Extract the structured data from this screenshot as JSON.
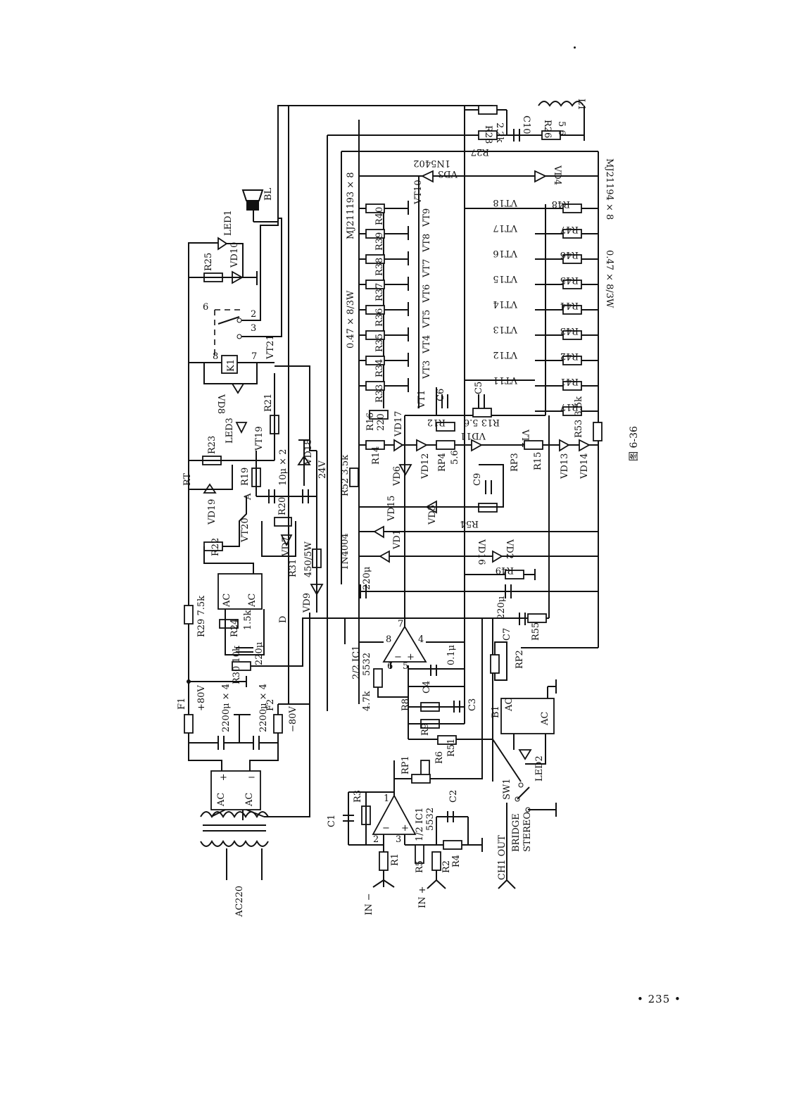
{
  "figure": {
    "caption": "图 6-36"
  },
  "page_number": "• 235 •",
  "labels": {
    "AC220": "AC220",
    "F1": "F1",
    "F2": "F2",
    "V80p": "+80V",
    "V80n": "−80V",
    "C2200a": "2200μ × 4",
    "C2200b": "2200μ × 4",
    "R29": "R29 7.5k",
    "R30": "R30 10k",
    "R24": "R24",
    "R24v": "1.5k",
    "C220a": "220μ",
    "R22": "R22",
    "VT20": "VT20",
    "VD7": "VD7",
    "R31": "R31",
    "R31v": "450/5W",
    "VD9": "VD9",
    "R20": "R20",
    "VD19": "VD19",
    "RT": "RT",
    "R19": "R19",
    "A": "A",
    "C10u": "10μ × 2",
    "VD18": "VD18",
    "V24": "24V",
    "R23": "R23",
    "LED3": "LED3",
    "VD8": "VD8",
    "VT19": "VT19",
    "R21": "R21",
    "K1": "K1",
    "VT21": "VT21",
    "R25": "R25",
    "VD10": "VD10",
    "LED1": "LED1",
    "BL": "BL",
    "IN4004": "1N4004",
    "R52": "R52 3.5k",
    "C220b": "220μ",
    "VD15": "VD15",
    "VD1": "VD1",
    "VD6": "VD6",
    "R14": "R14",
    "R16": "R16",
    "R16v": "220",
    "VD17": "VD17",
    "VD12": "VD12",
    "RP4": "RP4",
    "RP4v": "5.6",
    "C9": "C9",
    "VD5": "VD5",
    "R54": "R54",
    "R12": "R12",
    "R13": "R13 5.6",
    "C6": "C6",
    "C5": "C5",
    "VD11": "VD11",
    "RP3": "RP3",
    "R15": "R15",
    "VD16": "VD16",
    "VD2": "VD2",
    "R49": "R49",
    "VD13": "VD13",
    "VD14": "VD14",
    "R53": "R53 3.5k",
    "VT1": "VT1",
    "VT2": "VT2",
    "R33": "R33",
    "R34": "R34",
    "R35": "R35",
    "R36": "R36",
    "R37": "R37",
    "R38": "R38",
    "R39": "R39",
    "R40": "R40",
    "VT3": "VT3",
    "VT4": "VT4",
    "VT5": "VT5",
    "VT6": "VT6",
    "VT7": "VT7",
    "VT8": "VT8",
    "VT9": "VT9",
    "VT10": "VT10",
    "R17": "R17",
    "R41": "R41",
    "R42": "R42",
    "R43": "R43",
    "R44": "R44",
    "R45": "R45",
    "R46": "R46",
    "R47": "R47",
    "R48": "R48",
    "VT11": "VT11",
    "VT12": "VT12",
    "VT13": "VT13",
    "VT14": "VT14",
    "VT15": "VT15",
    "VT16": "VT16",
    "VT17": "VT17",
    "VT18": "VT18",
    "MJ1": "MJ211193 × 8",
    "MJ2": "MJ21194 × 8",
    "Rp1": "0.47 × 8/3W",
    "Rp2": "0.47 × 8/3W",
    "VD3": "VD3",
    "IN5402": "1N5402",
    "VD4": "VD4",
    "R27": "R27",
    "R28": "R28",
    "R28v": "2.2k",
    "C10": "C10",
    "R26": "R26",
    "R26v": "5 6",
    "L1": "L1",
    "IC1a": "2/2 IC1",
    "IC1a2": "5532",
    "R47k": "4.7k",
    "C4": "C4",
    "C4v": "0.1μ",
    "C3": "C3",
    "R8": "R8",
    "R9": "R9",
    "R6": "R6",
    "R51": "R51",
    "RP1": "RP1",
    "C7": "C7",
    "C7v": "220μ",
    "C220c": "220μ",
    "R55": "R55",
    "RP2": "RP2",
    "B1": "B1",
    "LED2": "LED2",
    "C1": "C1",
    "R3": "R3",
    "IC1b": "1/2 IC1",
    "IC1b2": "5532",
    "C2": "C2",
    "R1": "R1",
    "R2": "R2",
    "R4": "R4",
    "R5": "R5",
    "INm": "IN −",
    "INp": "IN +",
    "CH1": "CH1 OUT",
    "SW1": "SW1",
    "BRIDGE": "BRIDGE",
    "STEREO": "STEREO",
    "pin1": "1",
    "pin2": "2",
    "pin3": "3",
    "pin4": "4",
    "pin5": "5",
    "pin6": "6",
    "pin7": "7",
    "pin8": "8",
    "k6": "6",
    "k2": "2",
    "k3": "3",
    "k8": "8",
    "k7": "7",
    "AC": "AC",
    "plus": "+",
    "minus": "−",
    "D": "D"
  }
}
